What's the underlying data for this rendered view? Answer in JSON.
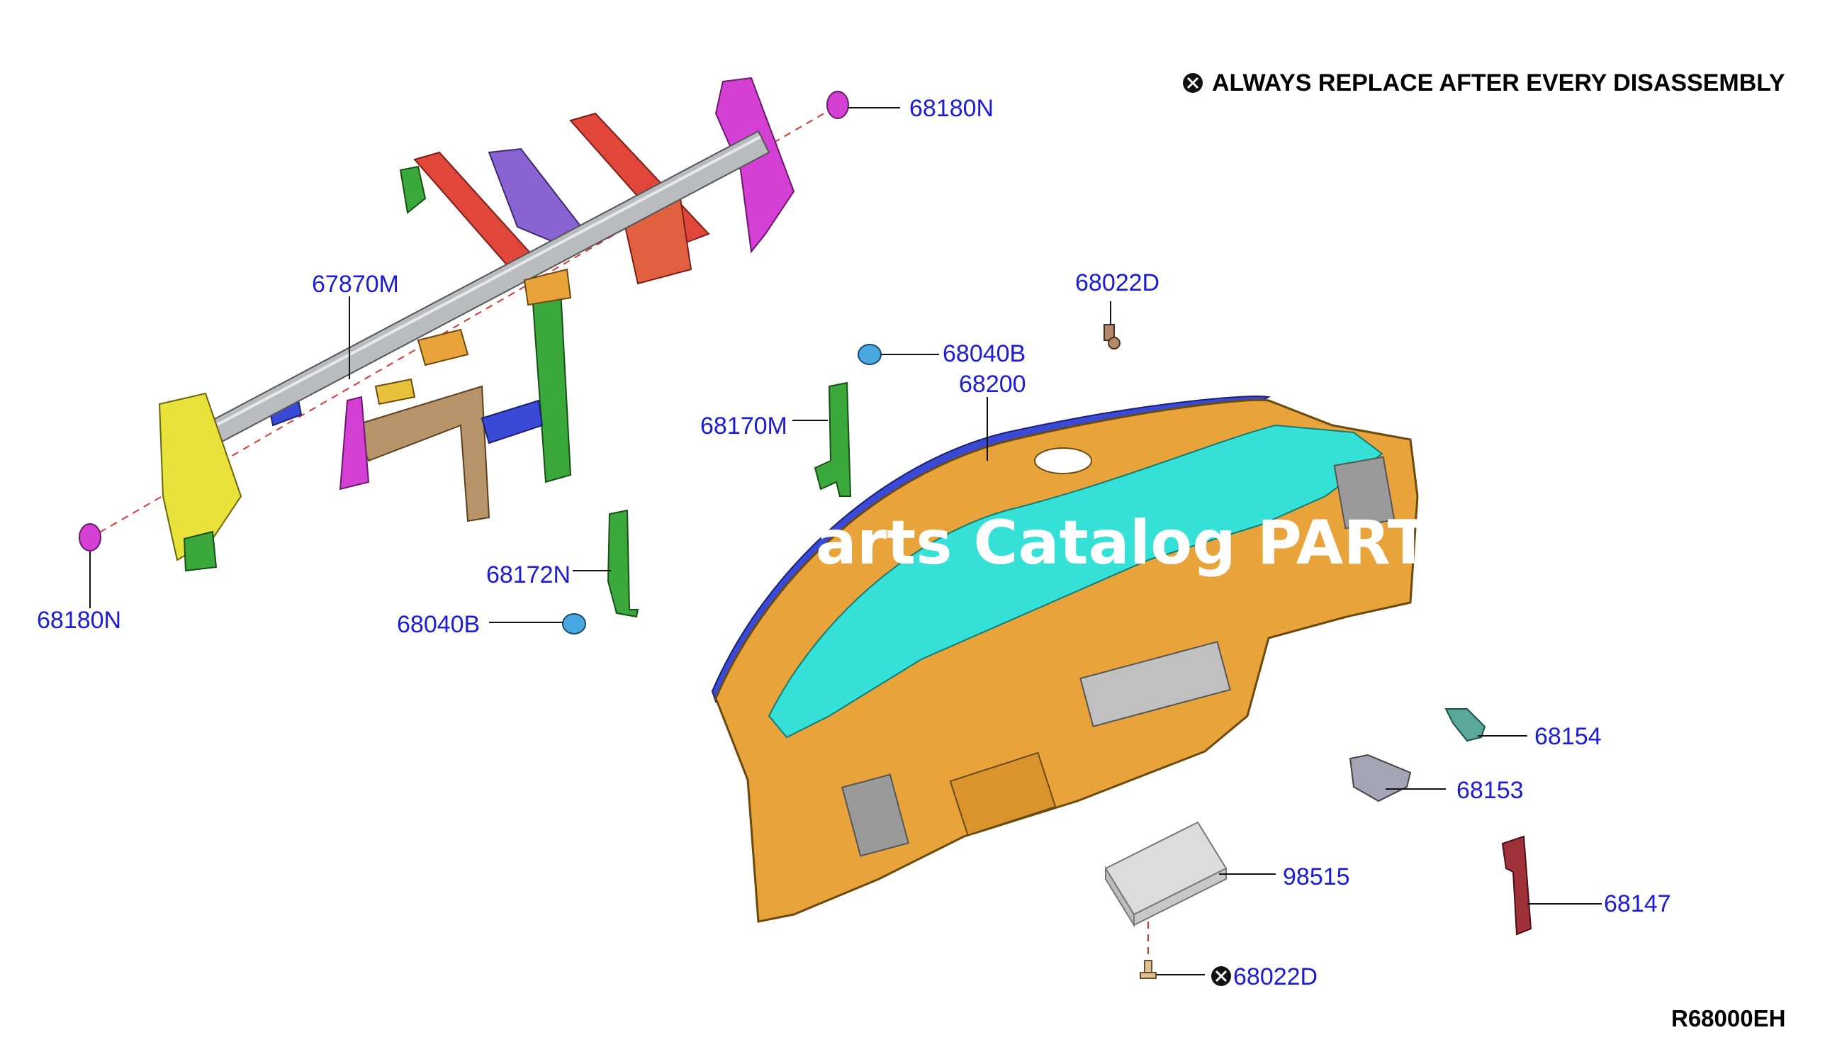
{
  "note": {
    "text": "ALWAYS REPLACE AFTER EVERY DISASSEMBLY",
    "icon": "crossed-circle-icon"
  },
  "diagram_code": "R68000EH",
  "watermark": "Parts Catalog PART",
  "labels": {
    "cap_right": "68180N",
    "cap_left": "68180N",
    "member": "67870M",
    "bolt_top": "68022D",
    "clip_top": "68040B",
    "panel": "68200",
    "bracket_168170": "68170M",
    "bracket_68172": "68172N",
    "clip_bottom": "68040B",
    "bracket_68154": "68154",
    "bracket_68153": "68153",
    "airbag": "98515",
    "bracket_68147": "68147",
    "bolt_bottom": "68022D"
  },
  "colors": {
    "label": "#1c1cd6",
    "panel_orange": "#e8a43a",
    "pad_cyan": "#35e0d6",
    "member_gray": "#b9bcbf",
    "red": "#e0473a",
    "magenta": "#d43fd4",
    "green": "#3aa83a",
    "yellow": "#e9e23a",
    "purple": "#8a63d2",
    "tan": "#b8946a",
    "blue": "#3a4ad6"
  }
}
